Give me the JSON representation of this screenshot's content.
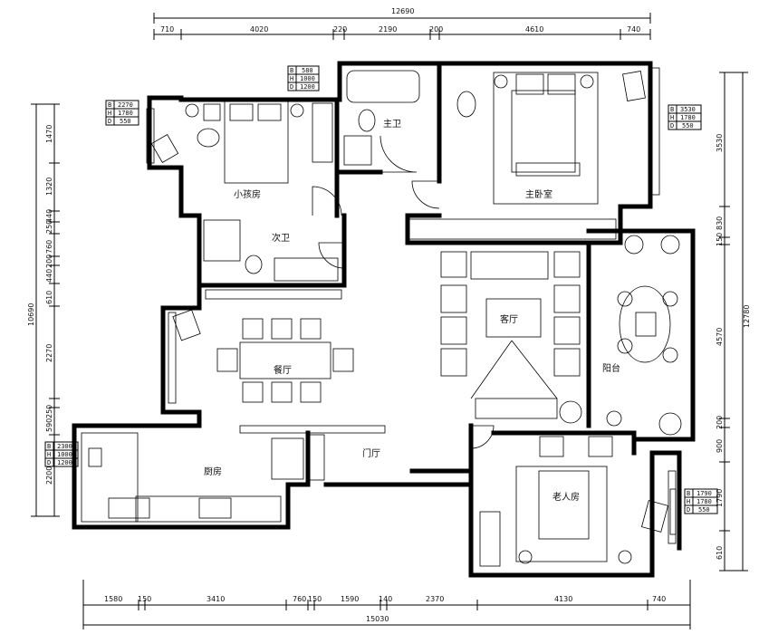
{
  "dims": {
    "top_total": "12690",
    "top": [
      "710",
      "4020",
      "220",
      "2190",
      "200",
      "4610",
      "740"
    ],
    "bottom_total": "15030",
    "bottom": [
      "1580",
      "150",
      "3410",
      "760",
      "150",
      "1590",
      "140",
      "2370",
      "4130",
      "740"
    ],
    "left_total": "10690",
    "left": [
      "1470",
      "1320",
      "440",
      "250",
      "760",
      "200",
      "440",
      "610",
      "2270",
      "250",
      "590",
      "2200"
    ],
    "right_total": "12780",
    "right": [
      "3530",
      "830",
      "150",
      "4570",
      "200",
      "900",
      "1790",
      "610"
    ]
  },
  "rooms": {
    "kid": "小孩房",
    "master_bath": "主卫",
    "master": "主卧室",
    "second_bath": "次卫",
    "living": "客厅",
    "dining": "餐厅",
    "balcony": "阳台",
    "kitchen": "厨房",
    "entrance": "门厅",
    "elder": "老人房"
  },
  "tables": {
    "t1": {
      "B": "580",
      "H": "1000",
      "D": "1200"
    },
    "t2": {
      "B": "2270",
      "H": "1780",
      "D": "550"
    },
    "t3": {
      "B": "3530",
      "H": "1780",
      "D": "550"
    },
    "t4": {
      "B": "2300",
      "H": "1000",
      "D": "1200"
    },
    "t5": {
      "B": "1790",
      "H": "1780",
      "D": "550"
    }
  }
}
